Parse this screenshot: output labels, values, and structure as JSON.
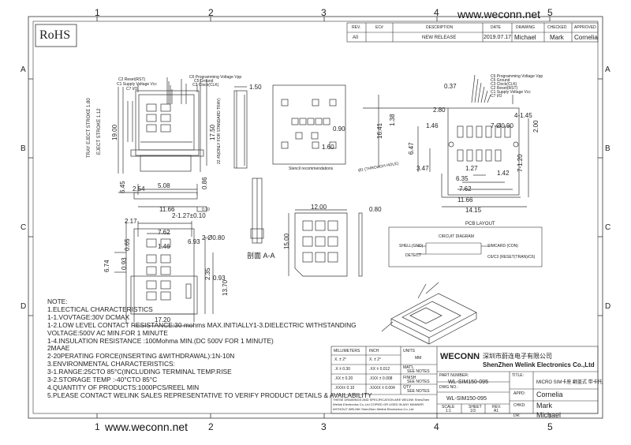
{
  "border": {
    "top_numbers": [
      "1",
      "2",
      "3",
      "4",
      "5"
    ],
    "bottom_numbers": [
      "1",
      "2",
      "3",
      "4",
      "5"
    ],
    "side_letters": [
      "A",
      "B",
      "C",
      "D"
    ],
    "website_top": "www.weconn.net",
    "website_bottom": "www.weconn.net"
  },
  "rohs": "RoHS",
  "revision_table": {
    "headers": [
      "REV.",
      "EC#",
      "DESCRIPTION",
      "DATE",
      "DRAWING",
      "CHECKED",
      "APPROVED"
    ],
    "row": [
      "A0",
      "",
      "NEW RELEASE",
      "2019.07.17",
      "Michael",
      "Mark",
      "Cornelia"
    ]
  },
  "dims": {
    "top_view": [
      "1.50",
      "19.00",
      "17.50",
      "TRAY EJECT STROKE 1.80",
      "EJECT STROKE 1.12",
      "22.45(ONLY FOR STANDARD TRAY)",
      "0.86",
      "6.45",
      "2.54",
      "5.08",
      "11.66",
      "0.10"
    ],
    "top_labels": [
      "C2 Reset(RST)",
      "C3 Clock(CLK)",
      "C1 Supply Voltage Vcc",
      "C6 Programming Voltage Vpp",
      "C5 Ground",
      "C7 I/O"
    ],
    "bottom_view": [
      "2.17",
      "7.62",
      "0.65",
      "2-1.27±0.10",
      "2-Ø0.80",
      "1.46",
      "6.74",
      "0.93",
      "2.35",
      "13.70",
      "17.20",
      "6.93",
      "0.93"
    ],
    "stencil": [
      "0.90",
      "1.60"
    ],
    "stencil_caption": "Stencil recommendations",
    "section_label": "剖面 A-A",
    "sim_card": [
      "12.00",
      "15.00",
      "0.80"
    ],
    "pcb": [
      "0.37",
      "2.80",
      "16.41",
      "1.38",
      "1.46",
      "6.47",
      "3.47",
      "1.27",
      "6.35",
      "7.62",
      "11.66",
      "14.15",
      "1.42",
      "4-1.45",
      "7-Ø0.90",
      "2.00",
      "7-1.20"
    ],
    "pcb_labels": [
      "C6 Programming Voltage Vpp",
      "C5 Ground",
      "C3 Clock(CLK)",
      "C2 Reset(RST)",
      "C1 Supply Voltage Vcc",
      "C7 I/O"
    ],
    "pcb_hole": "Ø1 (THROUGH HOLE)",
    "pcb_caption": "PCB LAYOUT",
    "circuit": {
      "title": "CIRCUIT DIAGRAM",
      "labels": [
        "SHELL(GND)",
        "SIMCARD (CON)",
        "DETECT",
        "C6/C3 (RESET(TRAN)/C6)"
      ]
    }
  },
  "notes": [
    "NOTE:",
    "1.ELECTICAL CHARACTERISTICS",
    "1-1.VOVTAGE:30V DCMAX",
    "1-2.LOW LEVEL CONTACT RESISTANCE:30 mohms MAX.INITIALLY1-3.DIELECTRIC WITHSTANDING",
    "VOLTAGE:500V AC MIN.FOR 1 MINUTE",
    "1-4.INSULATION RESISTANCE :100Mohma MIN.(DC 500V FOR 1 MINUTE)",
    "2MAAE",
    "2-20PERATING FORCE(INSERTING &WITHDRAWAL):1N-10N",
    "3.ENVIRONMENTAL CHARACTERISTICS:",
    "3-1.RANGE:25CTO 85°C(INCLUDING TERMINAL TEMP.RISE",
    "3-2.STORAGE TEMP :-40°CTO 85°C",
    "4.QUANTITY OF PRODUCTS:1000PCS/REEL MIN",
    "5.PLEASE CONTACT WELINK SALES REPRESENTATIVE TO VERIFY PRODUCT DETAILS & AVAILABILITY"
  ],
  "title_block": {
    "tol_headers": [
      "MILLIMETERS",
      "INCH",
      "UNITS"
    ],
    "units_value": "MM",
    "tol_rows": [
      [
        "X.  ± 2°",
        "X.  ± 2°"
      ],
      [
        ".X  ± 0.30",
        ".XX  ± 0.012"
      ],
      [
        ".XX ± 0.20",
        ".XXX ± 0.008"
      ],
      [
        ".XXX± 0.10",
        ".XXXX ± 0.004"
      ]
    ],
    "mat_label": "MAT'L",
    "mat_value": "SEE NOTES",
    "finish_label": "FINISH",
    "finish_value": "SEE NOTES",
    "qty_label": "QTY",
    "qty_value": "SEE NOTES",
    "disclaimer": "THESE DRAWINGS AND SPECIFICATION ARE WELINK ShenZhen Welink Electronics Co.,Ltd COPIED OR USED IN ANY MANNER WITHOUT WELINK ShenZhen Welink Electronics Co.,Ltd",
    "company_brand": "WECONN",
    "company_cn": "深圳市蔚连电子有限公司",
    "company_en": "ShenZhen Welink Electronics Co.,Ltd",
    "title_label": "TITLE:",
    "title_value": "MICRO SIM卡座 翻盖式 带卡托",
    "part_label": "PART NUMBER:",
    "part_value": "WL-SIM150-095",
    "dwg_label": "DWG NO.:",
    "dwg_value": "WL-SIM150-095",
    "scale_headers": [
      "SCALE",
      "SHEET",
      "REV."
    ],
    "scale_values": [
      "1:1",
      "1/3",
      "A1"
    ],
    "appd_label": "APPD:",
    "appd_value": "Cornelia",
    "chkd_label": "CHKD:",
    "chkd_value": "Mark",
    "dr_label": "DR:",
    "dr_value": "Michael"
  }
}
